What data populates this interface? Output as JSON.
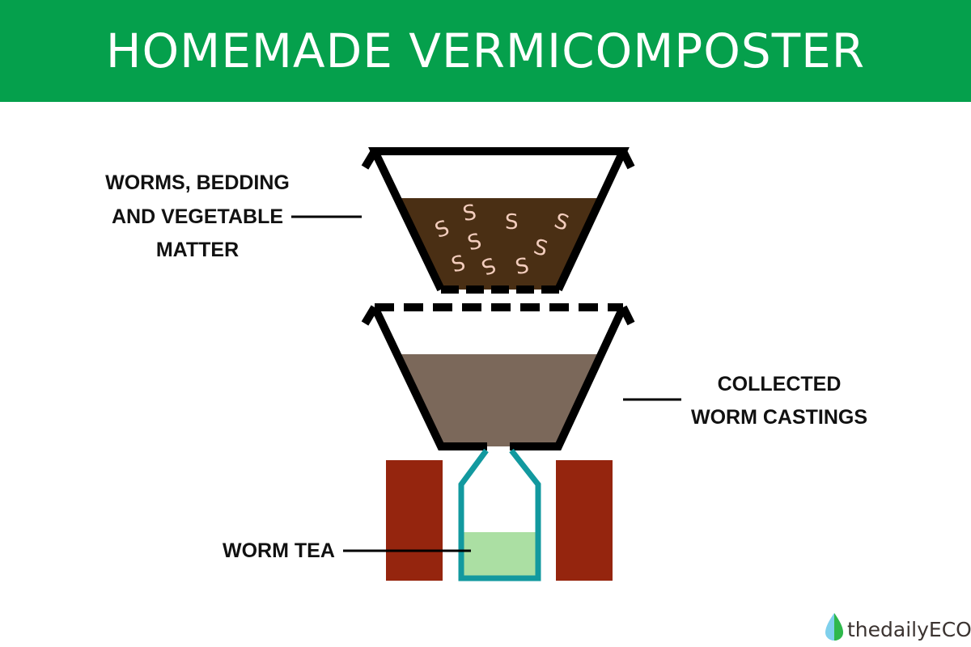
{
  "title": "HOMEMADE VERMICOMPOSTER",
  "labels": {
    "top_bin": [
      "WORMS, BEDDING",
      "AND VEGETABLE",
      "MATTER"
    ],
    "bottom_bin": [
      "COLLECTED",
      "WORM CASTINGS"
    ],
    "bottle": "WORM TEA"
  },
  "worm_glyph": "S",
  "logo": "thedailyECO",
  "colors": {
    "header": "#05a04c",
    "bedding": "#4a2f14",
    "castings": "#7b685a",
    "bottle": "#12999f",
    "tea": "#abdfa3",
    "bricks": "#95250e",
    "worm": "#f3cdbd"
  }
}
